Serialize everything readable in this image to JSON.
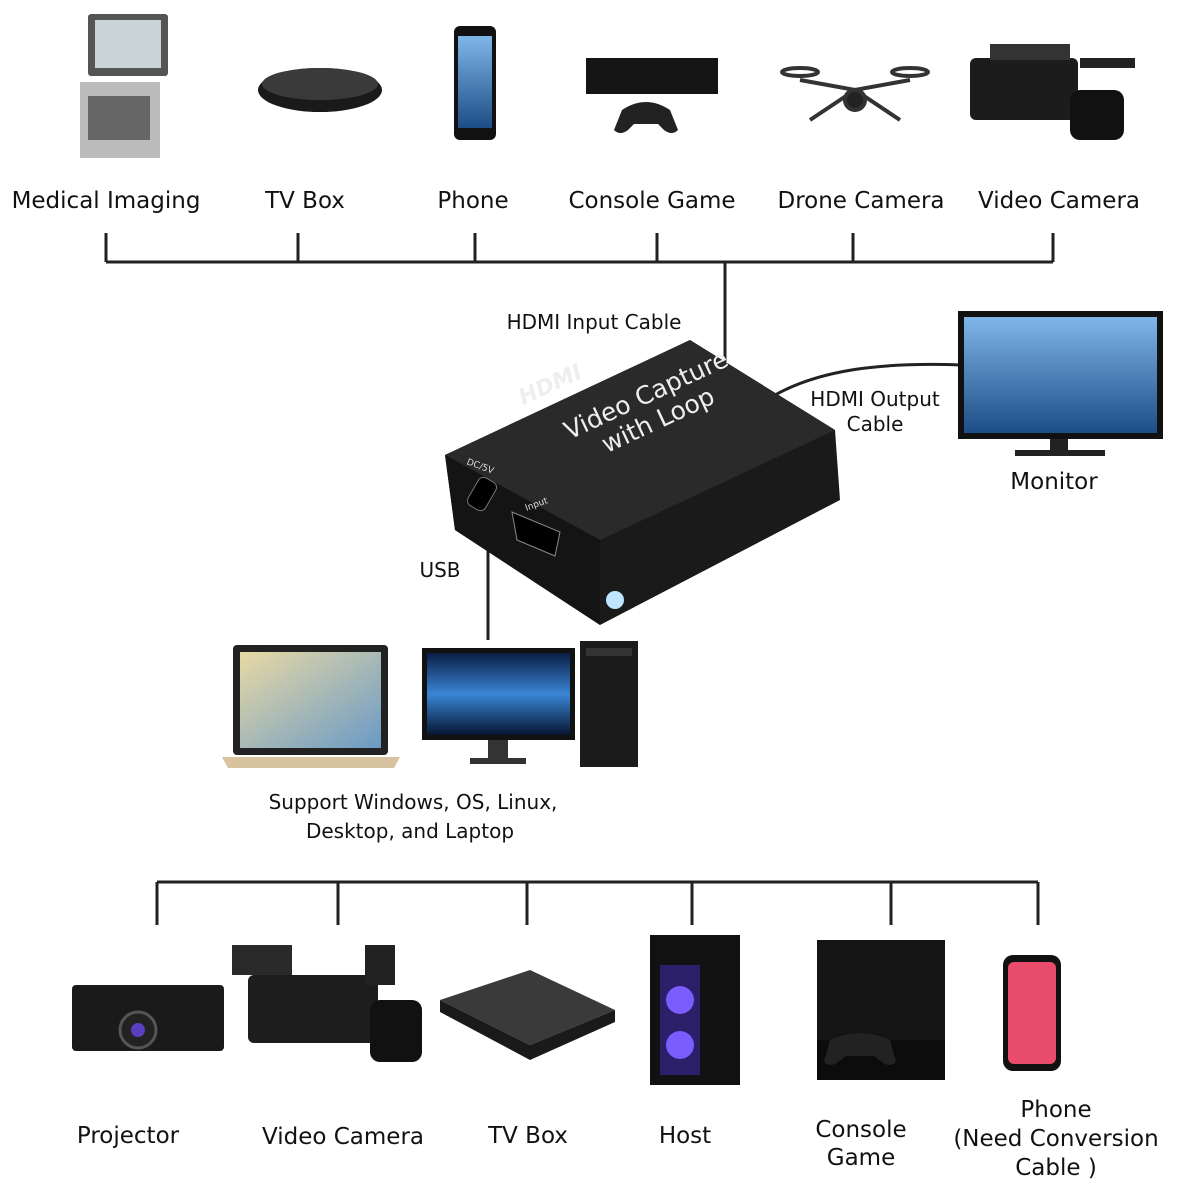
{
  "top_devices": [
    {
      "label": "Medical Imaging",
      "icon": "medical-imaging-icon"
    },
    {
      "label": "TV Box",
      "icon": "tv-box-icon"
    },
    {
      "label": "Phone",
      "icon": "phone-icon"
    },
    {
      "label": "Console Game",
      "icon": "console-game-icon"
    },
    {
      "label": "Drone Camera",
      "icon": "drone-camera-icon"
    },
    {
      "label": "Video Camera",
      "icon": "video-camera-icon"
    }
  ],
  "center": {
    "hdmi_input_label": "HDMI Input Cable",
    "hdmi_output_label_1": "HDMI Output",
    "hdmi_output_label_2": "Cable",
    "monitor_label": "Monitor",
    "usb_label": "USB",
    "device": {
      "logo": "HDMI",
      "title_1": "Video Capture",
      "title_2": "with Loop",
      "port_dc": "DC/5V",
      "port_input": "Input"
    },
    "computer_label_1": "Support Windows, OS, Linux,",
    "computer_label_2": "Desktop, and Laptop"
  },
  "bottom_devices": [
    {
      "label": "Projector",
      "icon": "projector-icon"
    },
    {
      "label": "Video Camera",
      "icon": "video-camera-icon"
    },
    {
      "label": "TV Box",
      "icon": "tv-box-icon"
    },
    {
      "label": "Host",
      "icon": "desktop-tower-icon"
    },
    {
      "label_1": "Console",
      "label_2": "Game",
      "icon": "game-console-icon"
    },
    {
      "label_1": "Phone",
      "label_2": "(Need Conversion",
      "label_3": "Cable )",
      "icon": "phone-icon"
    }
  ]
}
